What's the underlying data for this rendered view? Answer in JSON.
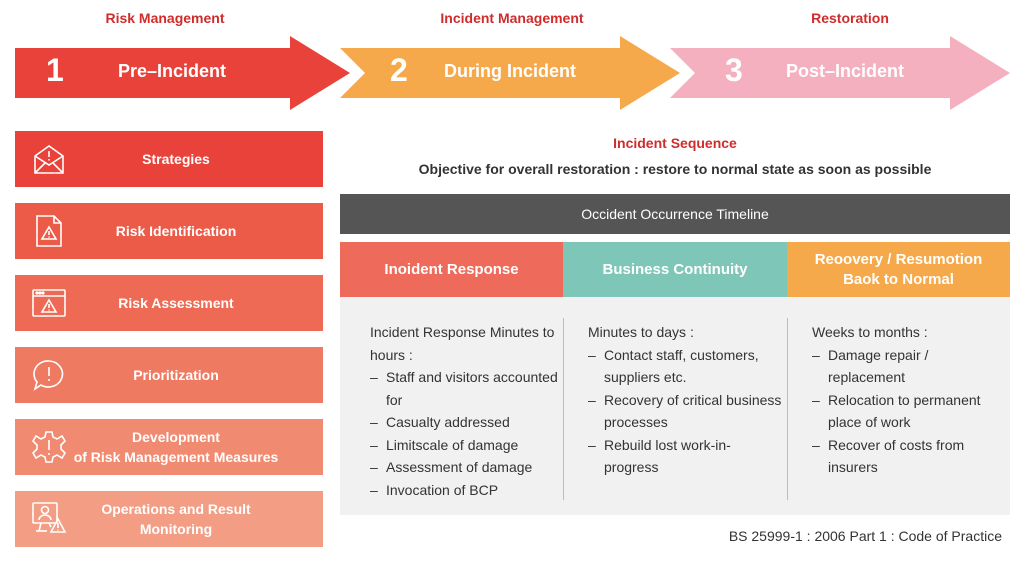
{
  "phases": [
    {
      "title": "Risk Management",
      "number": "1",
      "label": "Pre–Incident",
      "color": "#e8423a"
    },
    {
      "title": "Incident Management",
      "number": "2",
      "label": "During Incident",
      "color": "#f5a94a"
    },
    {
      "title": "Restoration",
      "number": "3",
      "label": "Post–Incident",
      "color": "#f4b0be"
    }
  ],
  "left_items": [
    {
      "label": "Strategies",
      "icon": "envelope-alert-icon",
      "color": "#e8423a"
    },
    {
      "label": "Risk Identification",
      "icon": "document-warning-icon",
      "color": "#ec5a48"
    },
    {
      "label": "Risk Assessment",
      "icon": "browser-warning-icon",
      "color": "#ee6a55"
    },
    {
      "label": "Prioritization",
      "icon": "speech-bubble-exclamation-icon",
      "color": "#ef7a62"
    },
    {
      "label": "Development\nof Risk Management Measures",
      "icon": "gear-alert-icon",
      "color": "#f08a70"
    },
    {
      "label": "Operations and Result Monitoring",
      "icon": "monitor-person-warning-icon",
      "color": "#f29d84"
    }
  ],
  "sequence_title": "Incident Sequence",
  "objective": "Objective for overall restoration : restore to normal state as soon as possible",
  "timeline_label": "Occident Occurrence Timeline",
  "columns": [
    {
      "header": "Inoident Response",
      "color": "#ee6a5a",
      "intro": "Incident Response Minutes to hours :",
      "items": [
        "Staff and visitors accounted for",
        "Casualty addressed",
        "Limitscale of damage",
        "Assessment of damage",
        "Invocation of BCP"
      ]
    },
    {
      "header": "Business Continuity",
      "color": "#7ec6b8",
      "intro": "Minutes to days :",
      "items": [
        "Contact staff, customers, suppliers etc.",
        "Recovery of critical business processes",
        "Rebuild lost work-in-progress"
      ]
    },
    {
      "header": "Reoovery / Resumotion\nBaok to Normal",
      "color": "#f5a94a",
      "intro": "Weeks to months :",
      "items": [
        "Damage repair / replacement",
        "Relocation to permanent place of work",
        "Recover of costs from insurers"
      ]
    }
  ],
  "citation": "BS 25999-1 : 2006 Part 1 : Code of Practice"
}
